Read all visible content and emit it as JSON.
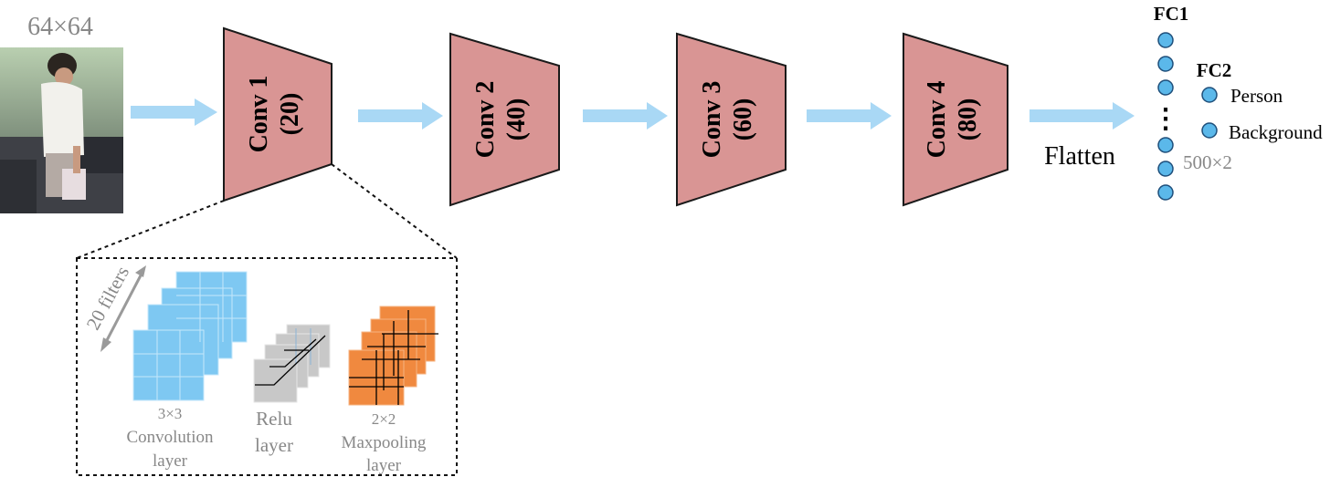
{
  "input": {
    "size_label": "64×64"
  },
  "conv_blocks": [
    {
      "name": "Conv 1",
      "filters": "(20)"
    },
    {
      "name": "Conv 2",
      "filters": "(40)"
    },
    {
      "name": "Conv 3",
      "filters": "(60)"
    },
    {
      "name": "Conv 4",
      "filters": "(80)"
    }
  ],
  "flatten_label": "Flatten",
  "fc1": {
    "label": "FC1",
    "ellipsis": "⋮"
  },
  "fc2": {
    "label": "FC2",
    "outputs": [
      "Person",
      "Background"
    ]
  },
  "weights_label": "500×2",
  "detail": {
    "filters_label": "20 filters",
    "conv_caption_1": "3×3",
    "conv_caption_2": "Convolution",
    "conv_caption_3": "layer",
    "relu_caption_1": "Relu",
    "relu_caption_2": "layer",
    "pool_caption_1": "2×2",
    "pool_caption_2": "Maxpooling",
    "pool_caption_3": "layer"
  },
  "colors": {
    "conv_fill": "#d99594",
    "arrow": "#a9d8f5",
    "neuron": "#5bb8ea",
    "conv_layer": "#7ec8f2",
    "relu_layer": "#c8c8c8",
    "pool_layer": "#f0893f",
    "caption_gray": "#888888"
  }
}
